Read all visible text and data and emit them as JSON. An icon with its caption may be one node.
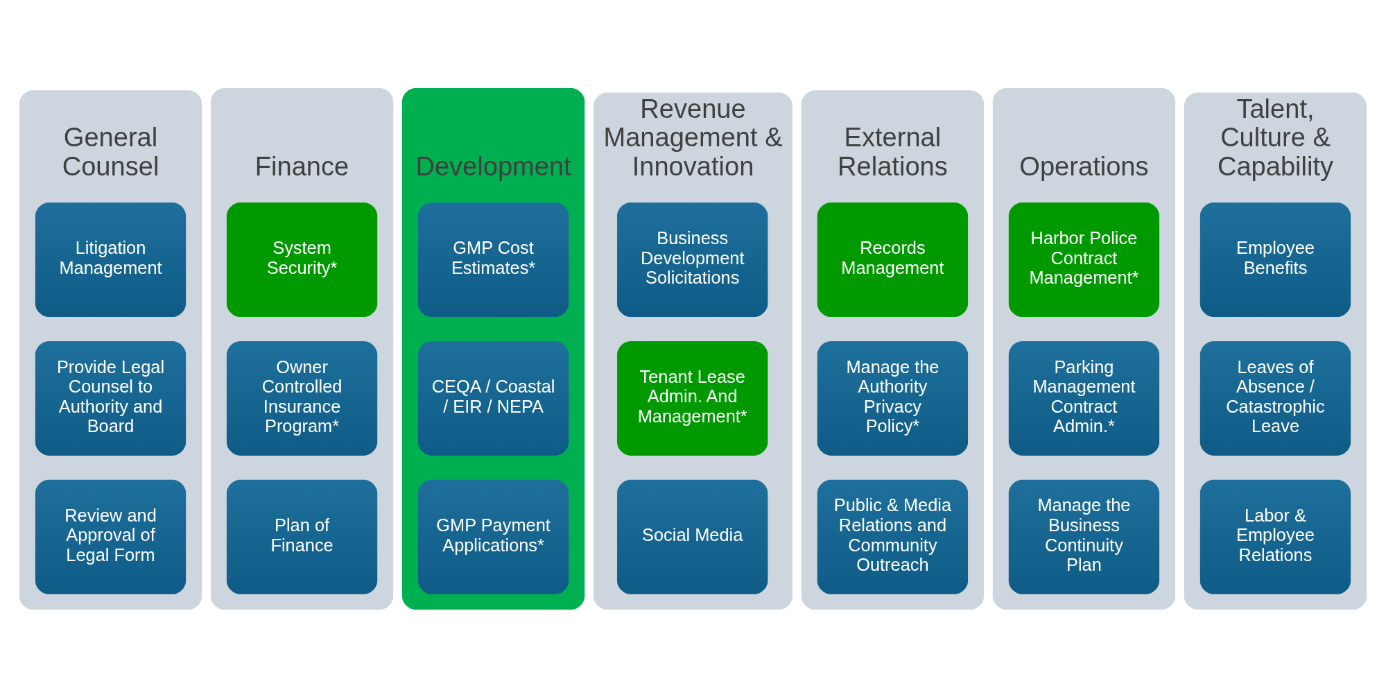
{
  "diagram": {
    "nodes": [
      {
        "text": [
          "General Counsel"
        ]
      },
      {
        "text": [
          "Litigation Management"
        ],
        "in": 0
      },
      {
        "text": [
          "Provide Legal Counsel to Authority and Board"
        ],
        "in": 0
      },
      {
        "text": [
          "Review and Approval of Legal Form"
        ],
        "in": 0
      },
      {
        "text": [
          "Finance"
        ]
      },
      {
        "text": [
          "System Security*"
        ],
        "in": 4
      },
      {
        "text": [
          "Owner Controlled Insurance Program*"
        ],
        "in": 4
      },
      {
        "text": [
          "Plan of Finance"
        ],
        "in": 4
      },
      {
        "text": [
          "Development"
        ]
      },
      {
        "text": [
          "GMP Cost Estimates*"
        ],
        "in": 8
      },
      {
        "text": [
          "CEQA / Coastal / EIR / NEPA"
        ],
        "in": 8
      },
      {
        "text": [
          "GMP Payment Applications*"
        ],
        "in": 8
      },
      {
        "text": [
          "Revenue Management & Innovation"
        ]
      },
      {
        "text": [
          "Business Development Solicitations"
        ],
        "in": 12
      },
      {
        "text": [
          "Tenant Lease Admin. And Management*"
        ],
        "in": 12
      },
      {
        "text": [
          "Social Media"
        ],
        "in": 12
      },
      {
        "text": [
          "External Relations"
        ]
      },
      {
        "text": [
          "Records Management"
        ],
        "in": 16
      },
      {
        "text": [
          "Manage the Authority Privacy Policy*"
        ],
        "in": 16
      },
      {
        "text": [
          "Public & Media Relations and Community Outreach"
        ],
        "in": 16
      },
      {
        "text": [
          "Operations"
        ]
      },
      {
        "text": [
          "Harbor Police Contract Management*"
        ],
        "in": 20
      },
      {
        "text": [
          "Parking Management Contract Admin.*"
        ],
        "in": 20
      },
      {
        "text": [
          "Manage the Business Continuity Plan"
        ],
        "in": 20
      },
      {
        "text": [
          "Talent, Culture & Capability"
        ]
      },
      {
        "text": [
          "Employee Benefits"
        ],
        "in": 24
      },
      {
        "text": [
          "Leaves of Absence / Catastrophic Leave"
        ],
        "in": 24
      },
      {
        "text": [
          "Labor & Employee Relations"
        ],
        "in": 24
      }
    ]
  }
}
